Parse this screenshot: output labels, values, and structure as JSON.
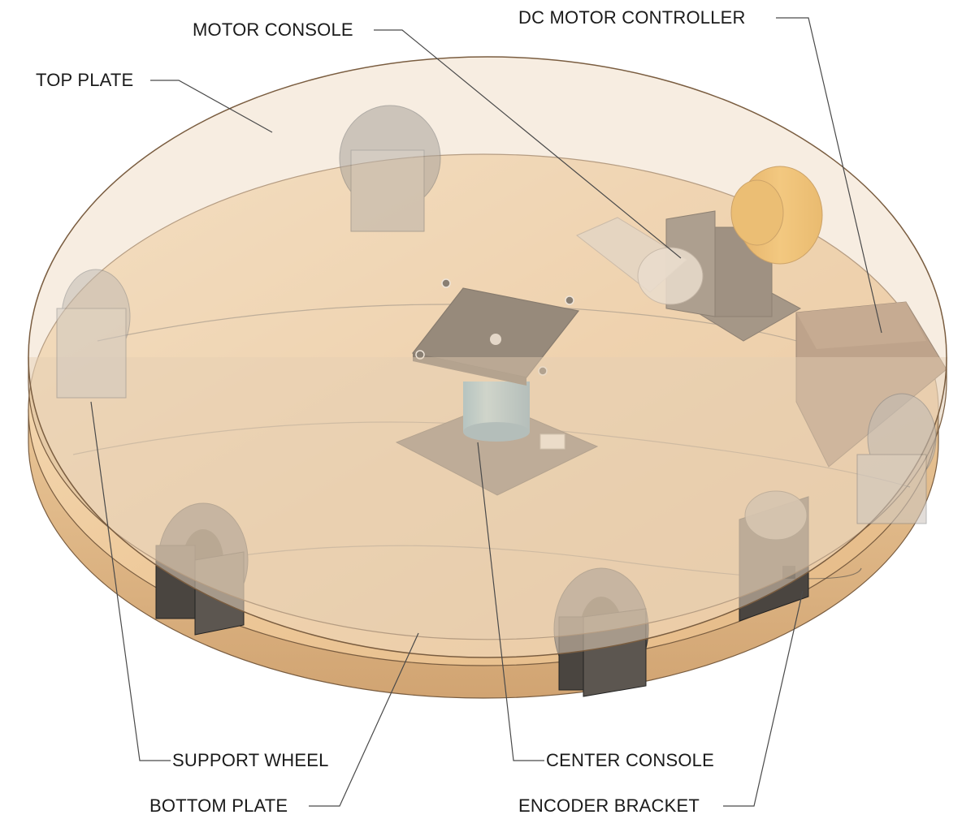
{
  "labels": {
    "motor_console": "MOTOR CONSOLE",
    "dc_motor_controller": "DC MOTOR CONTROLLER",
    "top_plate": "TOP PLATE",
    "support_wheel": "SUPPORT WHEEL",
    "bottom_plate": "BOTTOM PLATE",
    "center_console": "CENTER CONSOLE",
    "encoder_bracket": "ENCODER BRACKET"
  },
  "colors": {
    "wood_light": "#f3d9b6",
    "wood_mid": "#e6bf8c",
    "wood_edge": "#c79a68",
    "top_plate_tint": "#e9d2b8",
    "metal_dark": "#4b4540",
    "metal_light": "#9a938c",
    "motor_orange": "#f0a020",
    "cylinder_blue": "#4cb8e8",
    "controller_brown": "#8a6a52"
  }
}
